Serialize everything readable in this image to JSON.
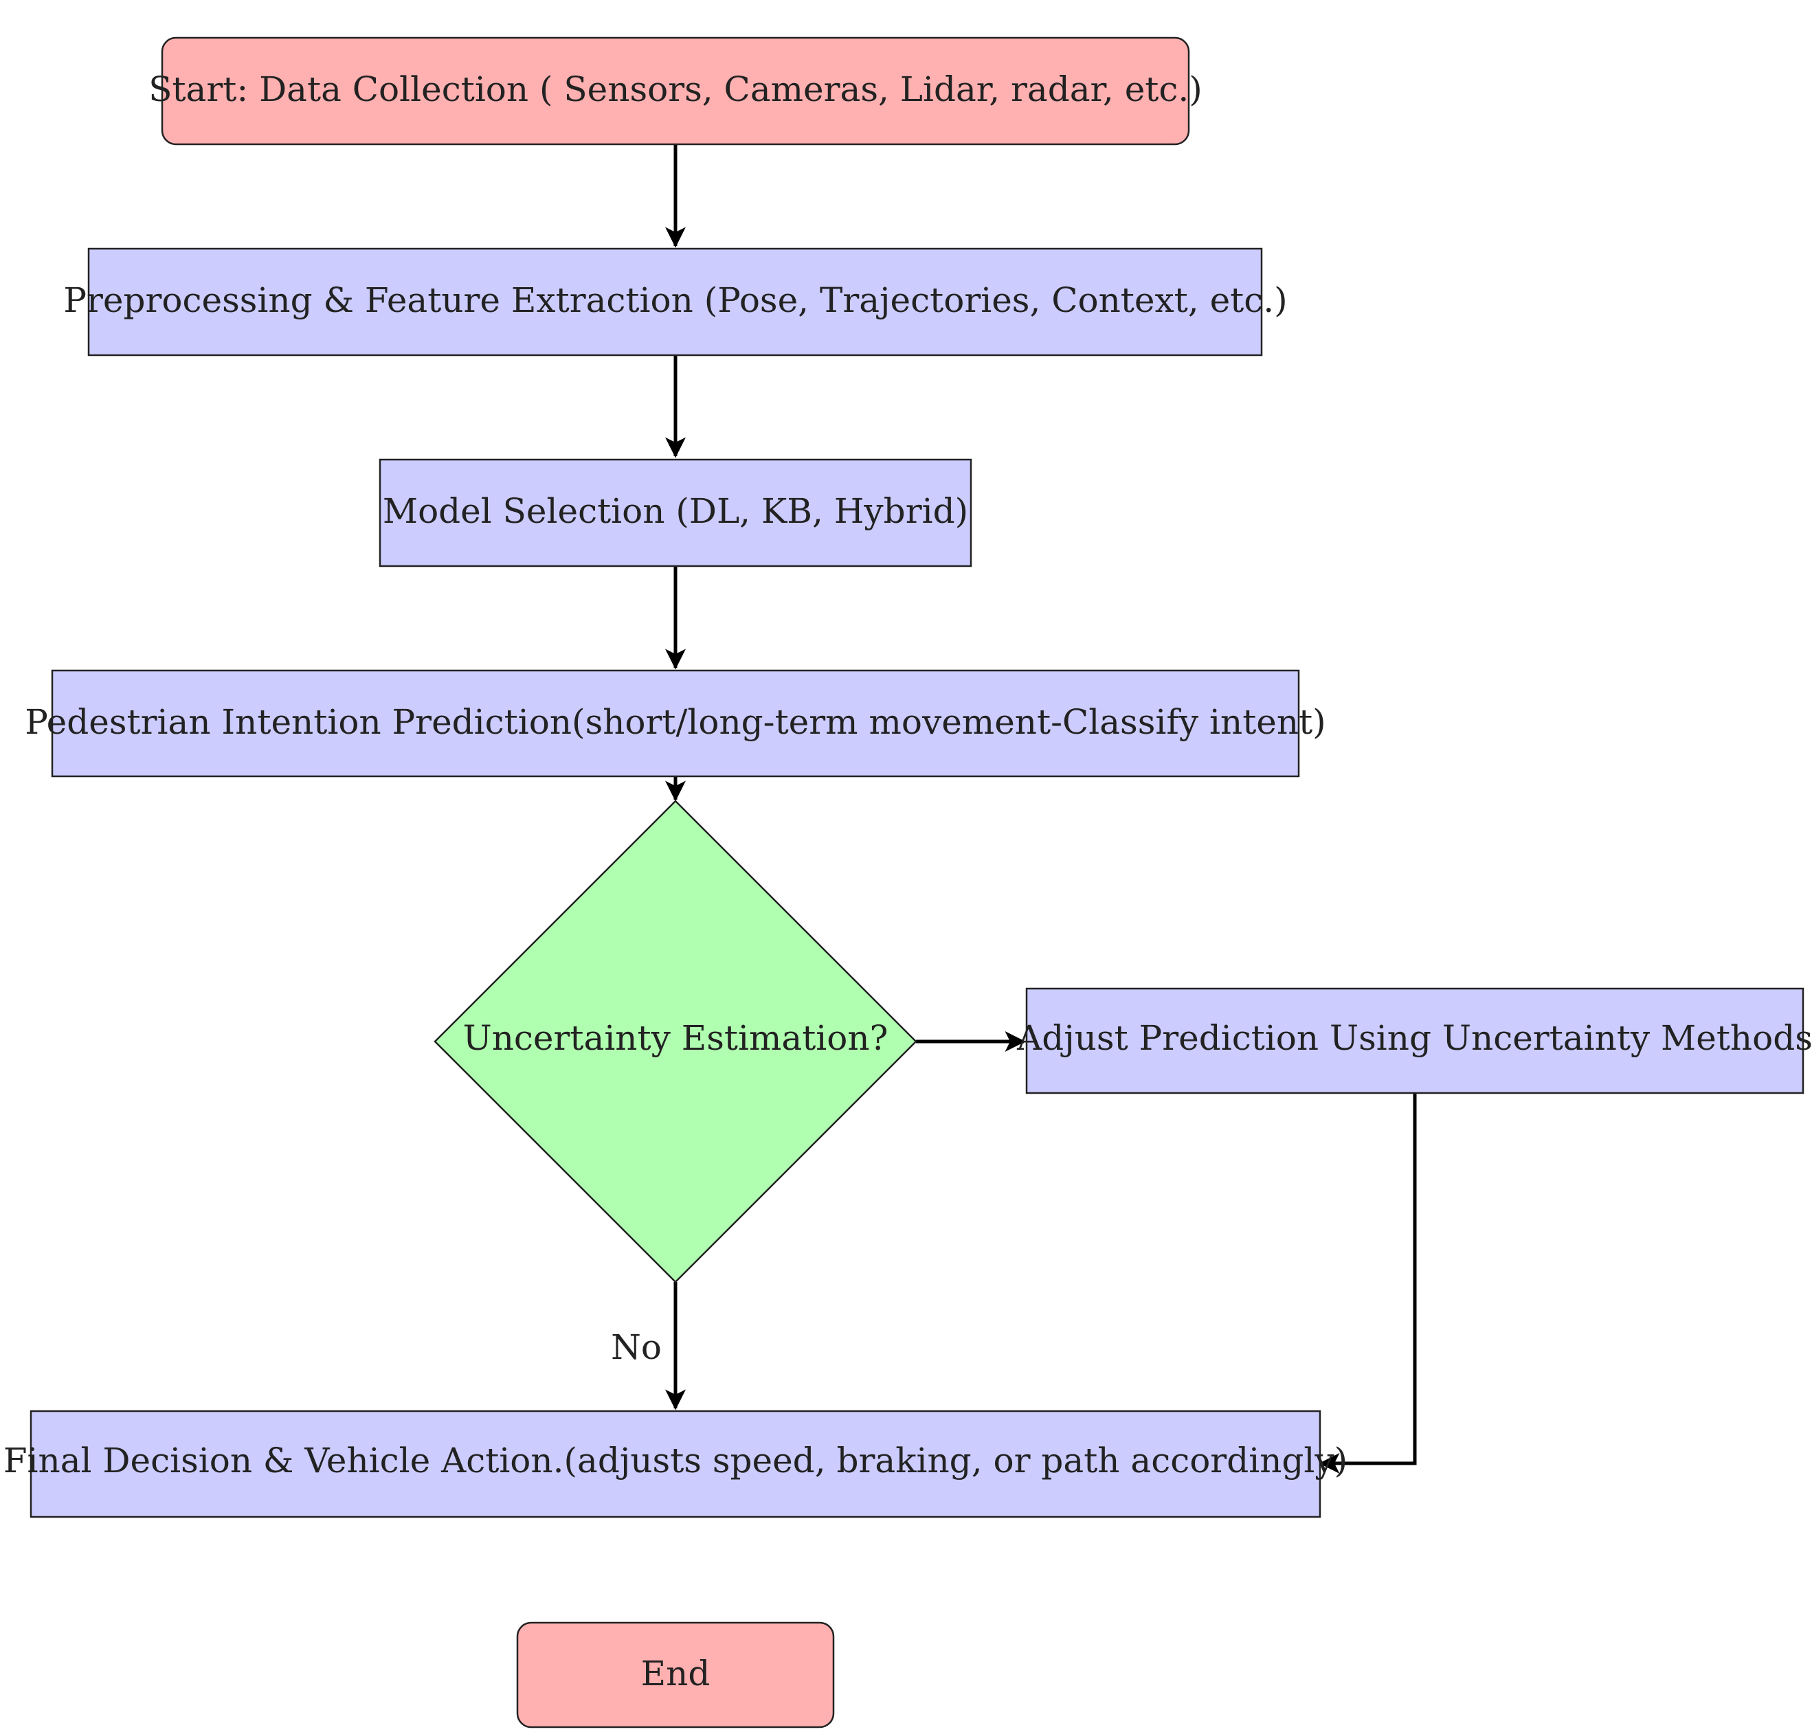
{
  "colors": {
    "terminal_fill": "#ffb0b0",
    "process_fill": "#ccccff",
    "decision_fill": "#b0ffb0",
    "stroke": "#222222",
    "edge": "#000000"
  },
  "nodes": {
    "start": {
      "label": "Start: Data Collection ( Sensors, Cameras, Lidar, radar, etc.)"
    },
    "preprocessing": {
      "label": "Preprocessing & Feature Extraction (Pose, Trajectories, Context, etc.)"
    },
    "model_selection": {
      "label": "Model Selection (DL, KB, Hybrid)"
    },
    "intention_prediction": {
      "label": "Pedestrian Intention Prediction(short/long-term movement-Classify intent)"
    },
    "uncertainty_decision": {
      "label": "Uncertainty Estimation?"
    },
    "adjust_prediction": {
      "label": "Adjust Prediction Using Uncertainty Methods"
    },
    "final_decision": {
      "label": "Final Decision & Vehicle Action.(adjusts speed, braking, or path accordingly)"
    },
    "end": {
      "label": "End"
    }
  },
  "edges": {
    "no_label": "No"
  }
}
